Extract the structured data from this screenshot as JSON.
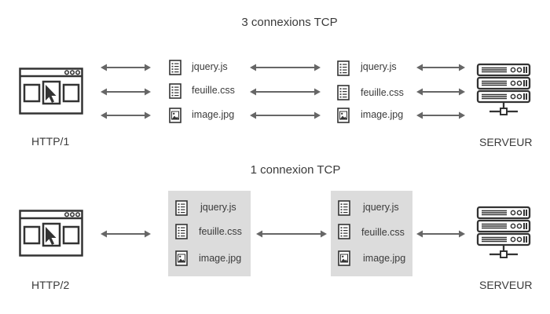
{
  "http1": {
    "title": "3 connexions TCP",
    "client_label": "HTTP/1",
    "server_label": "SERVEUR",
    "files_left": [
      {
        "name": "jquery.js",
        "icon": "document-icon"
      },
      {
        "name": "feuille.css",
        "icon": "document-icon"
      },
      {
        "name": "image.jpg",
        "icon": "image-icon"
      }
    ],
    "files_right": [
      {
        "name": "jquery.js",
        "icon": "document-icon"
      },
      {
        "name": "feuille.css",
        "icon": "document-icon"
      },
      {
        "name": "image.jpg",
        "icon": "image-icon"
      }
    ]
  },
  "http2": {
    "title": "1 connexion TCP",
    "client_label": "HTTP/2",
    "server_label": "SERVEUR",
    "files_left": [
      {
        "name": "jquery.js",
        "icon": "document-icon"
      },
      {
        "name": "feuille.css",
        "icon": "document-icon"
      },
      {
        "name": "image.jpg",
        "icon": "image-icon"
      }
    ],
    "files_right": [
      {
        "name": "jquery.js",
        "icon": "document-icon"
      },
      {
        "name": "feuille.css",
        "icon": "document-icon"
      },
      {
        "name": "image.jpg",
        "icon": "image-icon"
      }
    ]
  },
  "colors": {
    "stroke": "#333333",
    "arrow": "#666666",
    "panel": "#dcdcdc"
  }
}
